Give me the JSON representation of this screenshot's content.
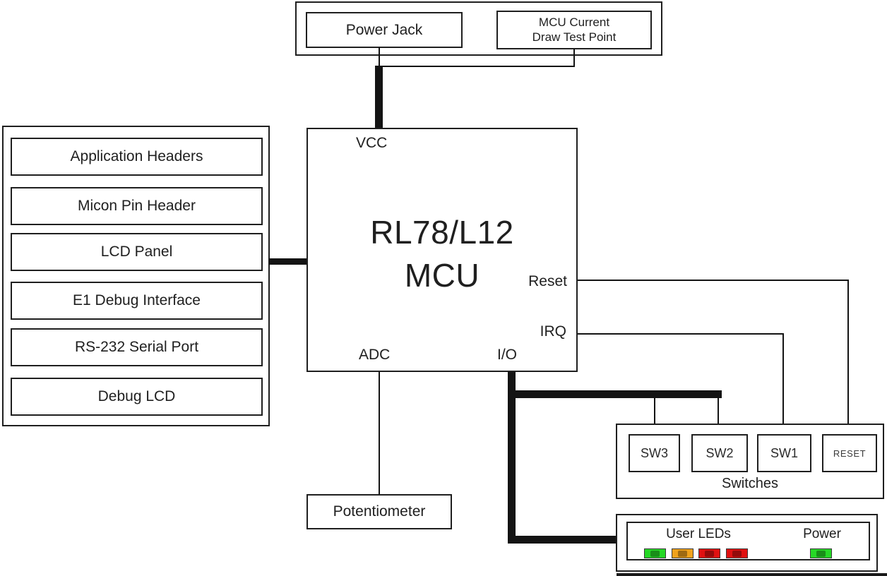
{
  "diagram": {
    "top": {
      "power_jack": "Power Jack",
      "test_point_line1": "MCU Current",
      "test_point_line2": "Draw Test Point"
    },
    "left_peripherals": [
      "Application Headers",
      "Micon Pin Header",
      "LCD Panel",
      "E1 Debug Interface",
      "RS-232 Serial Port",
      "Debug LCD"
    ],
    "mcu": {
      "name_line1": "RL78/L12",
      "name_line2": "MCU",
      "pins": {
        "vcc": "VCC",
        "reset": "Reset",
        "irq": "IRQ",
        "adc": "ADC",
        "io": "I/O"
      }
    },
    "potentiometer": "Potentiometer",
    "switches": {
      "label": "Switches",
      "buttons": [
        "SW3",
        "SW2",
        "SW1",
        "RESET"
      ]
    },
    "leds": {
      "user_label": "User LEDs",
      "power_label": "Power",
      "colors": [
        "#26d826",
        "#f0a21c",
        "#e01111",
        "#e01111",
        "#26d826"
      ]
    },
    "colors": {
      "wire": "#141414",
      "border": "#1f1f1f",
      "background": "#ffffff"
    }
  }
}
